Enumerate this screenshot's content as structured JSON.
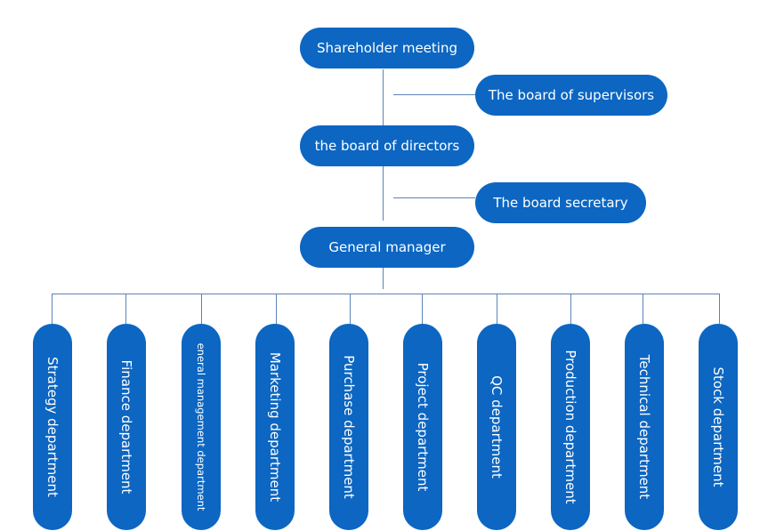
{
  "nodes": {
    "shareholder_meeting": "Shareholder meeting",
    "board_of_supervisors": "The board of supervisors",
    "board_of_directors": "the board of directors",
    "board_secretary": "The board secretary",
    "general_manager": "General manager"
  },
  "departments": [
    "Strategy department",
    "Finance department",
    "eneral management department",
    "Marketing department",
    "Purchase department",
    "Project department",
    "QC department",
    "Production department",
    "Technical department",
    "Stock department"
  ],
  "colors": {
    "node_fill": "#0c66c2",
    "connector": "#5b84b8",
    "text": "#ffffff"
  }
}
